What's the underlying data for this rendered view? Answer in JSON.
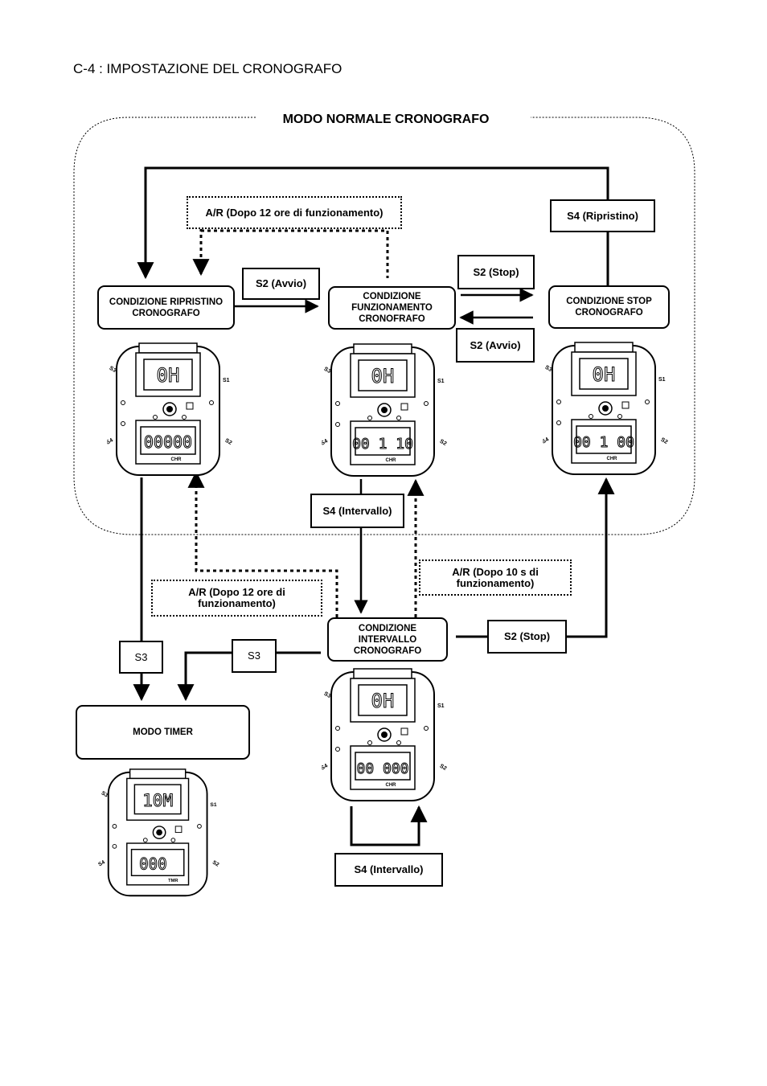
{
  "page_title": "C-4 : IMPOSTAZIONE DEL CRONOGRAFO",
  "group_title": "MODO NORMALE CRONOGRAFO",
  "states": {
    "reset": "CONDIZIONE RIPRISTINO CRONOGRAFO",
    "running": "CONDIZIONE FUNZIONAMENTO CRONOFRAFO",
    "stop": "CONDIZIONE STOP CRONOGRAFO",
    "interval": "CONDIZIONE INTERVALLO CRONOGRAFO",
    "timer": "MODO TIMER"
  },
  "labels": {
    "ar_12h_top": "A/R (Dopo 12 ore di funzionamento)",
    "s4_reset": "S4 (Ripristino)",
    "s2_start_1": "S2 (Avvio)",
    "s2_stop_1": "S2 (Stop)",
    "s2_start_2": "S2 (Avvio)",
    "s4_interval_1": "S4 (Intervallo)",
    "ar_10s": "A/R (Dopo 10 s di funzionamento)",
    "ar_12h_bottom": "A/R (Dopo 12 ore di funzionamento)",
    "s2_stop_2": "S2 (Stop)",
    "s3_left": "S3",
    "s3_right": "S3",
    "s4_interval_2": "S4 (Intervallo)"
  },
  "watch_labels": {
    "s1": "S1",
    "s2": "S2",
    "s3": "S3",
    "s4": "S4"
  },
  "displays": {
    "reset": {
      "upper": "0H",
      "lower": "00000",
      "mode": "CHR"
    },
    "running": {
      "upper": "0H",
      "lower": "00 1 10",
      "mode": "CHR"
    },
    "stop": {
      "upper": "0H",
      "lower": "00 1 00",
      "mode": "CHR"
    },
    "interval": {
      "upper": "0H",
      "lower": "00 000",
      "mode": "CHR"
    },
    "timer": {
      "upper": "10M",
      "lower": "000",
      "mode": "TMR"
    }
  }
}
